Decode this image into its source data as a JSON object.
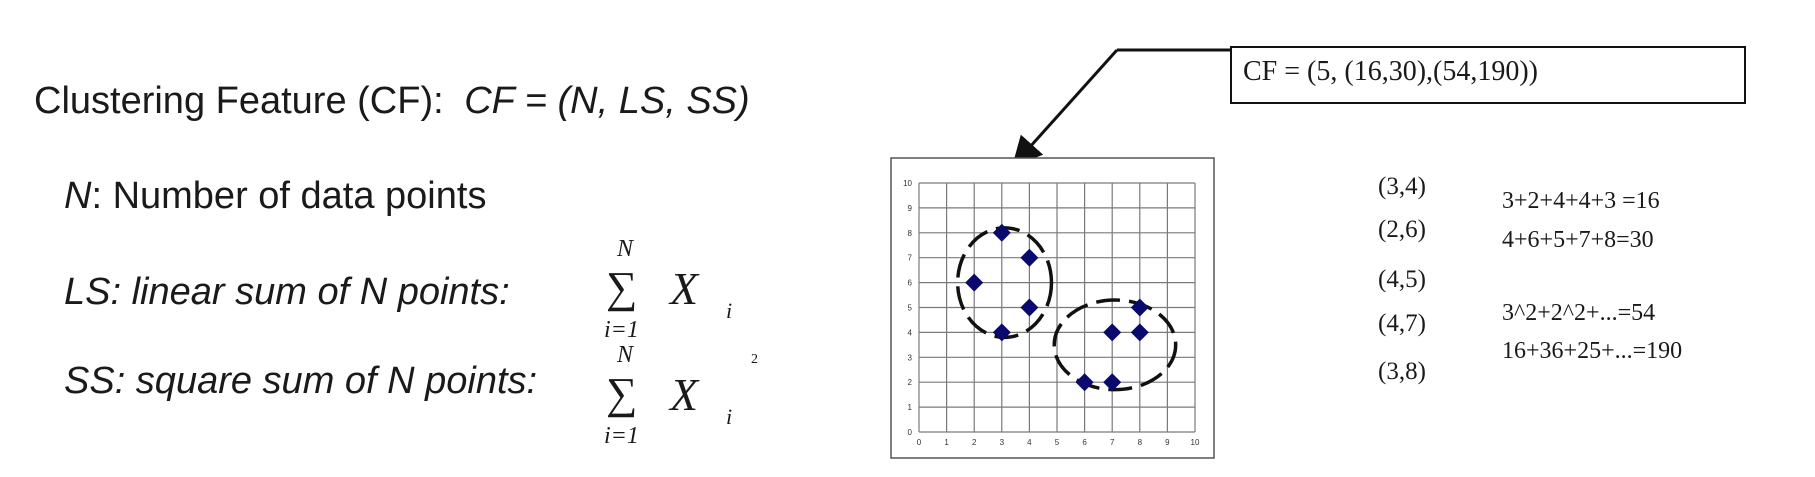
{
  "heading": {
    "prefix": "Clustering Feature (CF):",
    "formula": "CF = (N, LS, SS)"
  },
  "definitions": {
    "n_var": "N",
    "n_text": ": Number of data points",
    "ls_text": "LS: linear sum of N points:",
    "ss_text": "SS: square sum of N points:"
  },
  "formula_symbols": {
    "sigma": "∑",
    "upper_limit": "N",
    "lower_limit": "i=1",
    "variable": "X",
    "index": "i",
    "exponent": "2"
  },
  "cf_result": "CF = (5, (16,30),(54,190))",
  "points": [
    "(3,4)",
    "(2,6)",
    "(4,5)",
    "(4,7)",
    "(3,8)"
  ],
  "sum_lines": [
    "3+2+4+4+3 =16",
    "4+6+5+7+8=30",
    "3^2+2^2+...=54",
    "16+36+25+...=190"
  ],
  "chart_data": {
    "type": "scatter",
    "x_ticks": [
      0,
      1,
      2,
      3,
      4,
      5,
      6,
      7,
      8,
      9,
      10
    ],
    "y_ticks": [
      0,
      1,
      2,
      3,
      4,
      5,
      6,
      7,
      8,
      9,
      10
    ],
    "xlim": [
      0,
      10
    ],
    "ylim": [
      0,
      10
    ],
    "grid": true,
    "marker": "diamond",
    "marker_color": "#0a0a6e",
    "points": [
      {
        "x": 2,
        "y": 6
      },
      {
        "x": 3,
        "y": 8
      },
      {
        "x": 3,
        "y": 4
      },
      {
        "x": 4,
        "y": 7
      },
      {
        "x": 4,
        "y": 5
      },
      {
        "x": 6,
        "y": 2
      },
      {
        "x": 7,
        "y": 2
      },
      {
        "x": 7,
        "y": 4
      },
      {
        "x": 8,
        "y": 4
      },
      {
        "x": 8,
        "y": 5
      }
    ],
    "clusters": [
      {
        "center": [
          3.1,
          6.0
        ],
        "radius_x": 1.7,
        "radius_y": 2.2
      },
      {
        "center": [
          7.1,
          3.5
        ],
        "radius_x": 2.2,
        "radius_y": 1.8
      }
    ]
  }
}
